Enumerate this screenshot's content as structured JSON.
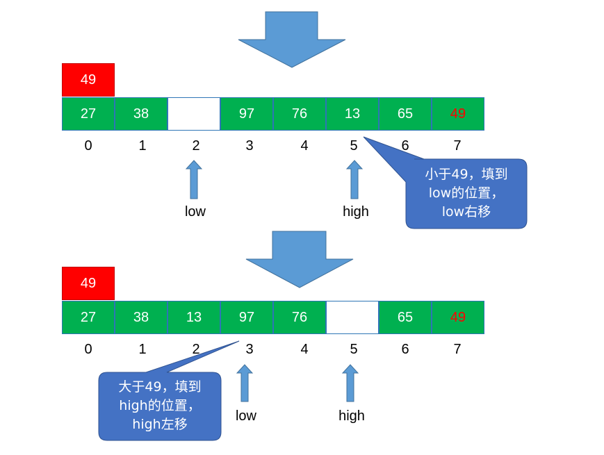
{
  "panels": [
    {
      "pivot": "49",
      "cells": [
        {
          "value": "27",
          "state": "filled"
        },
        {
          "value": "38",
          "state": "filled"
        },
        {
          "value": "",
          "state": "empty"
        },
        {
          "value": "97",
          "state": "filled"
        },
        {
          "value": "76",
          "state": "filled"
        },
        {
          "value": "13",
          "state": "filled"
        },
        {
          "value": "65",
          "state": "filled"
        },
        {
          "value": "49",
          "state": "filled-red-text"
        }
      ],
      "indices": [
        "0",
        "1",
        "2",
        "3",
        "4",
        "5",
        "6",
        "7"
      ],
      "low": {
        "label": "low",
        "index": 2
      },
      "high": {
        "label": "high",
        "index": 5
      },
      "callout": {
        "lines": [
          "小于49，填到",
          "low的位置，",
          "low右移"
        ]
      }
    },
    {
      "pivot": "49",
      "cells": [
        {
          "value": "27",
          "state": "filled"
        },
        {
          "value": "38",
          "state": "filled"
        },
        {
          "value": "13",
          "state": "filled"
        },
        {
          "value": "97",
          "state": "filled"
        },
        {
          "value": "76",
          "state": "filled"
        },
        {
          "value": "",
          "state": "empty"
        },
        {
          "value": "65",
          "state": "filled"
        },
        {
          "value": "49",
          "state": "filled-red-text"
        }
      ],
      "indices": [
        "0",
        "1",
        "2",
        "3",
        "4",
        "5",
        "6",
        "7"
      ],
      "low": {
        "label": "low",
        "index": 3
      },
      "high": {
        "label": "high",
        "index": 5
      },
      "callout": {
        "lines": [
          "大于49，填到",
          "high的位置，",
          "high左移"
        ]
      }
    }
  ],
  "colors": {
    "cell_fill": "#00b050",
    "pivot_fill": "#ff0000",
    "arrow_fill": "#5b9bd5",
    "callout_fill": "#4472c4",
    "highlight_text": "#ff0000"
  }
}
